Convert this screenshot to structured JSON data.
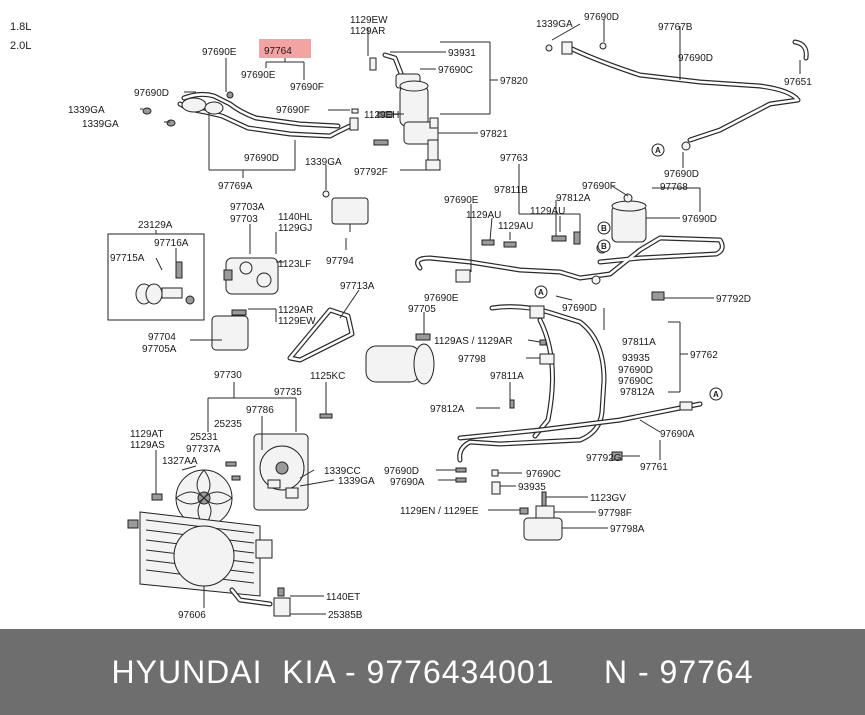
{
  "engines": [
    "1.8L",
    "2.0L"
  ],
  "highlight_color": "#f4a3a3",
  "labels": {
    "L97764": "97764",
    "L97690E_a": "97690E",
    "L97690E_b": "97690E",
    "L97690F_a": "97690F",
    "L97690D_a": "97690D",
    "L1339GA_a": "1339GA",
    "L1339GA_b": "1339GA",
    "L97690F_b": "97690F",
    "L97690D_b": "97690D",
    "L97769A": "97769A",
    "L1129EW_a": "1129EW",
    "L1129AR_a": "1129AR",
    "L93931": "93931",
    "L97690C_a": "97690C",
    "L97820": "97820",
    "L1129EH": "1129EH",
    "L97821": "97821",
    "L1339GA_c": "1339GA",
    "L97792F": "97792F",
    "L1339GA_d": "1339GA",
    "L97690D_c": "97690D",
    "L97767B": "97767B",
    "L97690D_d": "97690D",
    "L97651": "97651",
    "L97690D_e": "97690D",
    "L97768": "97768",
    "L97690F_c": "97690F",
    "L97690D_f": "97690D",
    "L97763": "97763",
    "L97811B": "97811B",
    "L97690E_c": "97690E",
    "L97812A_a": "97812A",
    "L1129AU_a": "1129AU",
    "L1129AU_b": "1129AU",
    "L1129AU_c": "1129AU",
    "L97690E_d": "97690E",
    "L97792D": "97792D",
    "L97690D_g": "97690D",
    "L97703A": "97703A",
    "L97703": "97703",
    "L1140HL": "1140HL",
    "L1129GJ": "1129GJ",
    "L1123LF": "1123LF",
    "L97794": "97794",
    "L23129A": "23129A",
    "L97716A": "97716A",
    "L97715A": "97715A",
    "L1129AR_b": "1129AR",
    "L1129EW_b": "1129EW",
    "L97704": "97704",
    "L97705A": "97705A",
    "L97713A": "97713A",
    "L97705": "97705",
    "L1129AS_1129AR": "1129AS / 1129AR",
    "L97798": "97798",
    "L97811A_a": "97811A",
    "L97812A_b": "97812A",
    "L97811A_b": "97811A",
    "L93935_a": "93935",
    "L97690D_h": "97690D",
    "L97690C_b": "97690C",
    "L97812A_c": "97812A",
    "L97762": "97762",
    "L97730": "97730",
    "L97735": "97735",
    "L1125KC": "1125KC",
    "L97786": "97786",
    "L25235": "25235",
    "L25231": "25231",
    "L97737A": "97737A",
    "L1327AA": "1327AA",
    "L1129AT": "1129AT",
    "L1129AS": "1129AS",
    "L1339CC": "1339CC",
    "L1339GA_e": "1339GA",
    "L97690D_i": "97690D",
    "L97690A_a": "97690A",
    "L97690C_c": "97690C",
    "L93935_b": "93935",
    "L97792G": "97792G",
    "L97690A_b": "97690A",
    "L97761": "97761",
    "L1123GV": "1123GV",
    "L1129EN_1129EE": "1129EN / 1129EE",
    "L97798F": "97798F",
    "L97798A": "97798A",
    "L97606": "97606",
    "L1140ET": "1140ET",
    "L25385B": "25385B",
    "circle_A_1": "A",
    "circle_A_2": "A",
    "circle_A_3": "A",
    "circle_B_1": "B",
    "circle_B_2": "B"
  },
  "footer": {
    "text": "HYUNDAI  KIA - 9776434001     N - 97764",
    "background": "#6e6e6e"
  }
}
